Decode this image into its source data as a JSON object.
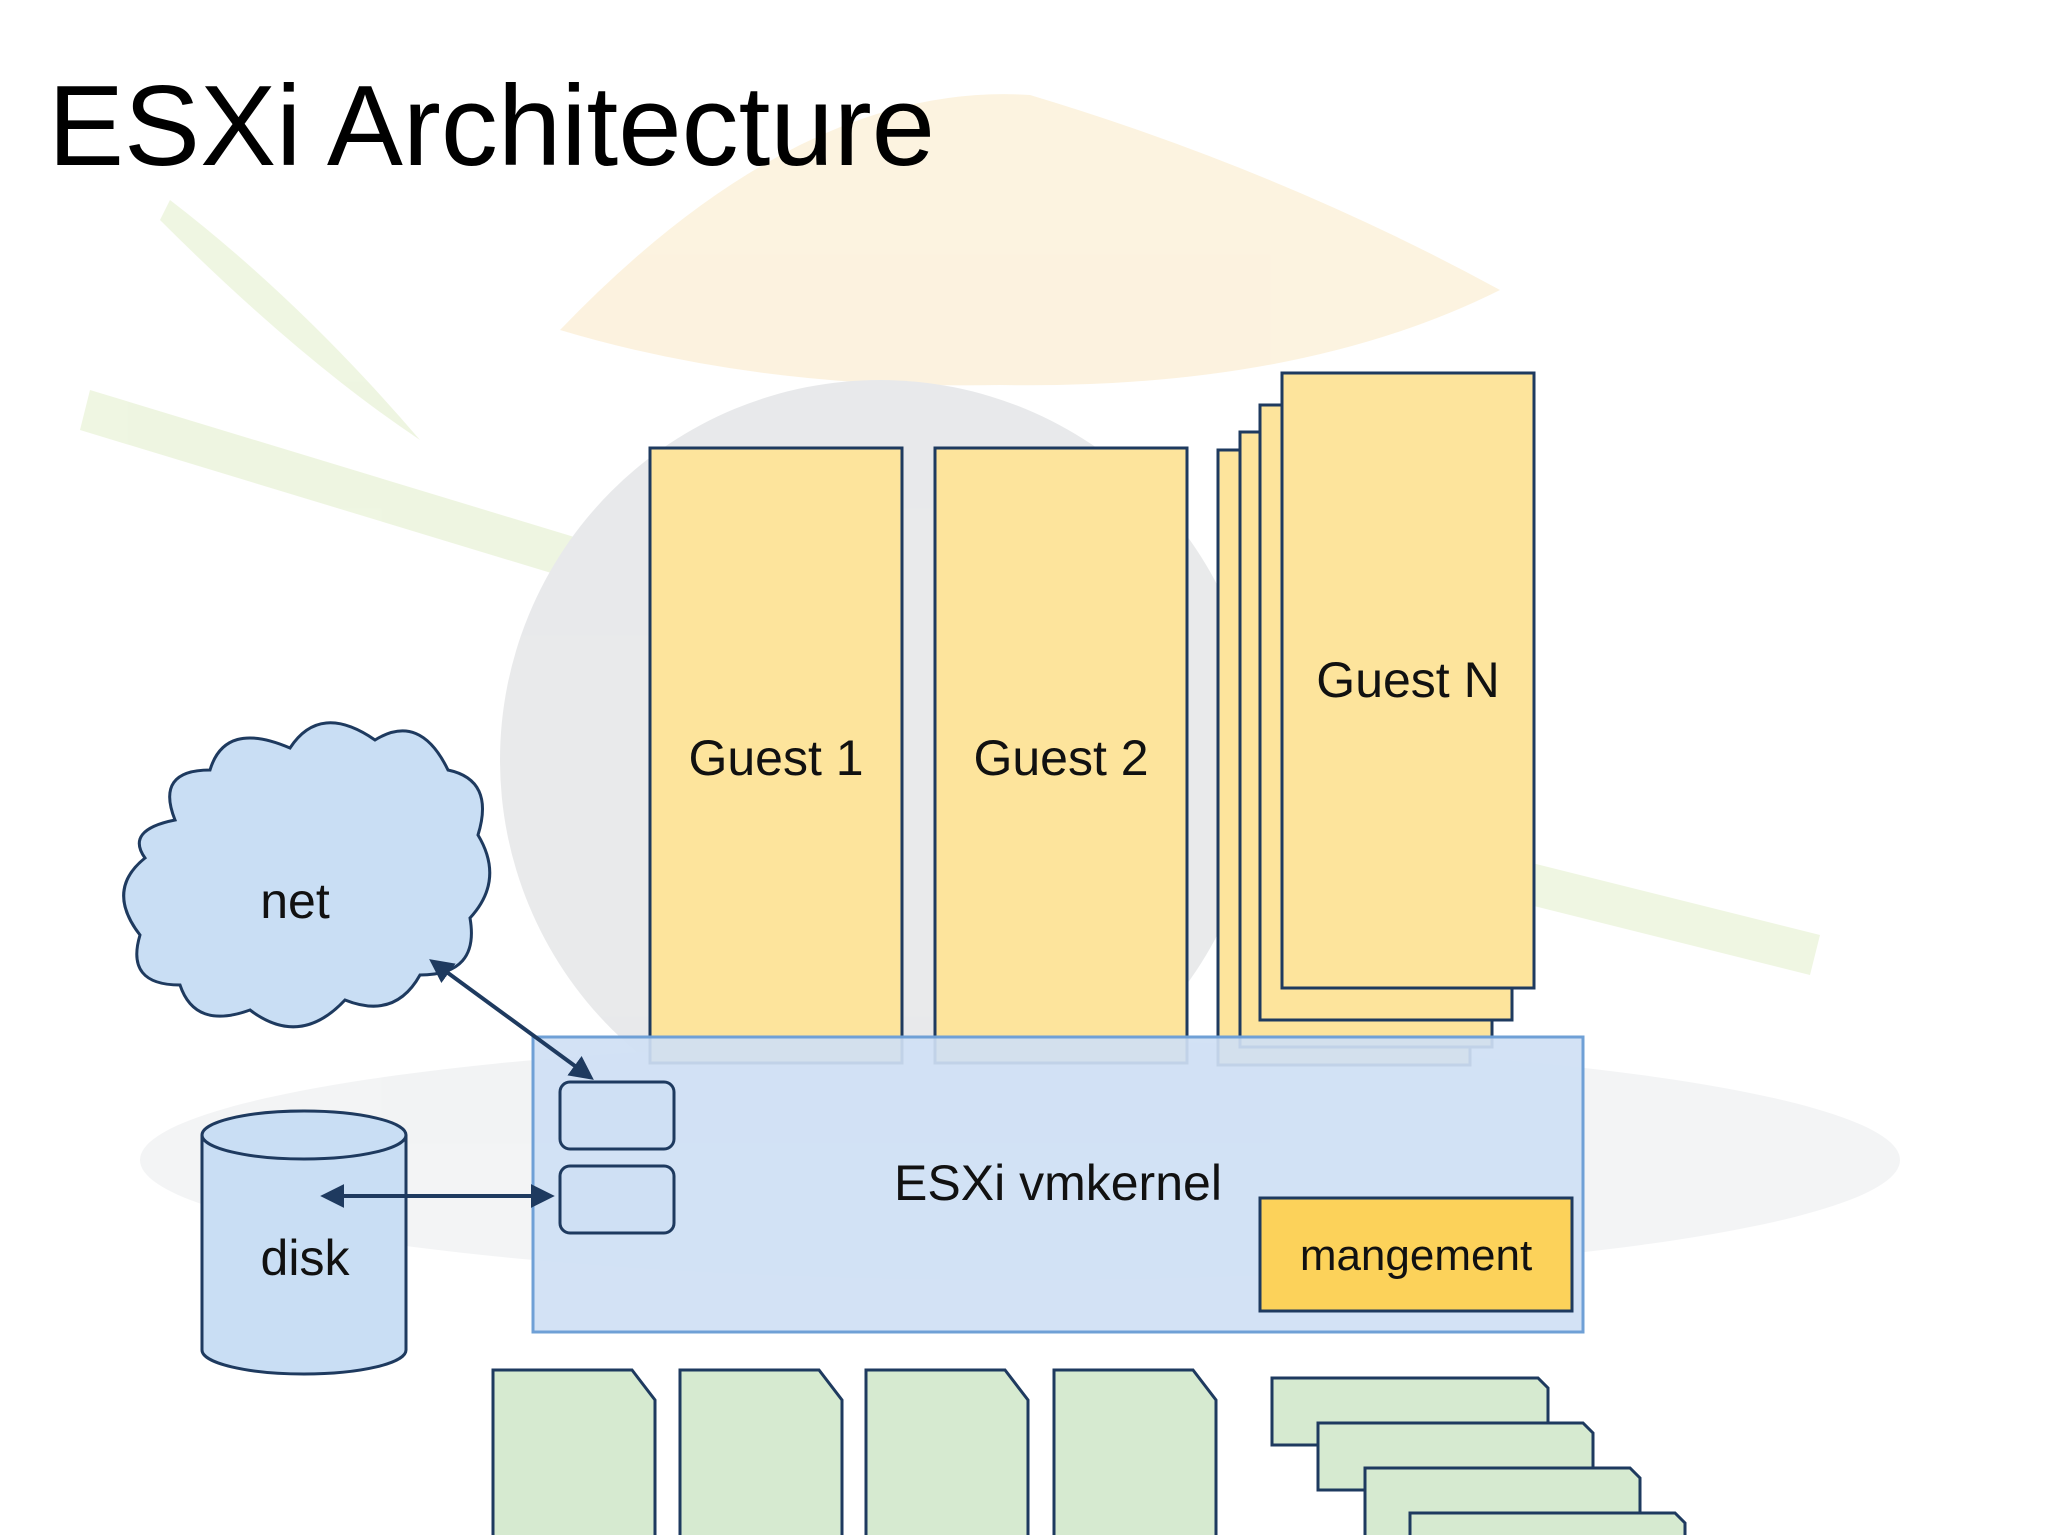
{
  "slide": {
    "title": "ESXi Architecture"
  },
  "diagram": {
    "guests": [
      {
        "label": "Guest 1"
      },
      {
        "label": "Guest 2"
      },
      {
        "label": "Guest N"
      }
    ],
    "network": {
      "label": "net"
    },
    "storage": {
      "label": "disk"
    },
    "kernel": {
      "label": "ESXi vmkernel"
    },
    "management": {
      "label": "mangement"
    },
    "colors": {
      "guest_fill": "#fde49c",
      "guest_stroke": "#1e3a5f",
      "kernel_fill": "#cfe0f4",
      "kernel_stroke": "#6fa0d6",
      "cloud_fill": "#c9def4",
      "management_fill": "#fcd25a",
      "hardware_fill": "#d6ead0",
      "connector": "#1e3a5f"
    }
  }
}
